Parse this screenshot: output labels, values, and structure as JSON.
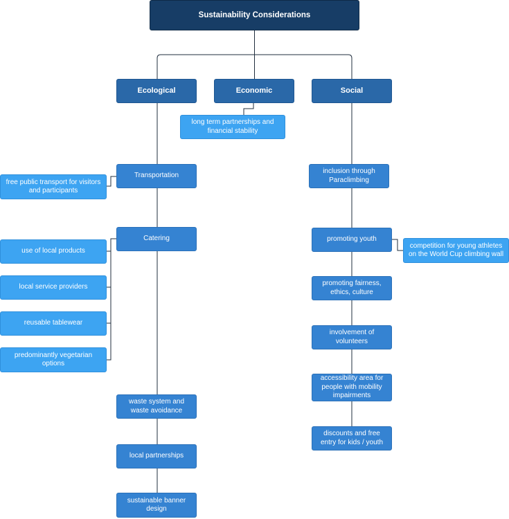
{
  "root": "Sustainability Considerations",
  "categories": {
    "ecological": "Ecological",
    "economic": "Economic",
    "social": "Social"
  },
  "economic": {
    "items": [
      "long term partnerships and financial stability"
    ]
  },
  "ecological": {
    "transportation": "Transportation",
    "transportation_detail": "free public transport for visitors and participants",
    "catering": "Catering",
    "catering_details": [
      "use of local products",
      "local service providers",
      "reusable tablewear",
      "predominantly vegetarian options"
    ],
    "waste": "waste system and waste avoidance",
    "partnerships": "local partnerships",
    "banner": "sustainable banner design"
  },
  "social": {
    "inclusion": "inclusion through Paraclimbing",
    "youth": "promoting youth",
    "youth_detail": "competition for young athletes on the World Cup climbing wall",
    "fairness": "promoting fairness, ethics, culture",
    "volunteers": "involvement of volunteers",
    "accessibility": "accessibility area for people with mobility impairments",
    "discounts": "discounts and free entry for kids / youth"
  }
}
